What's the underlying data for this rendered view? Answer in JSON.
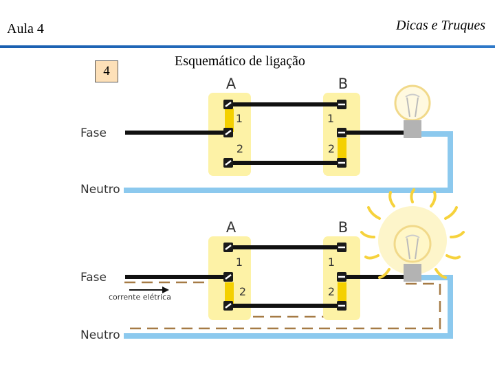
{
  "header": {
    "left": "Aula 4",
    "right": "Dicas e Truques"
  },
  "slide_number": "4",
  "title": "Esquemático de ligação",
  "labels": {
    "switch_a": "A",
    "switch_b": "B",
    "term_1": "1",
    "term_2": "2",
    "fase": "Fase",
    "neutro": "Neutro",
    "corrente": "corrente elétrica"
  },
  "colors": {
    "switch_body": "#fdf2a6",
    "contact": "#f4d000",
    "neutral_wire": "#8cc9ee",
    "current_path": "#a57a45",
    "header_rule": "#1f66b8",
    "glow": "#f6d23c"
  },
  "icons": [
    "bulb-off-icon",
    "bulb-on-icon",
    "arrow-right-icon",
    "terminal-screw-icon"
  ]
}
